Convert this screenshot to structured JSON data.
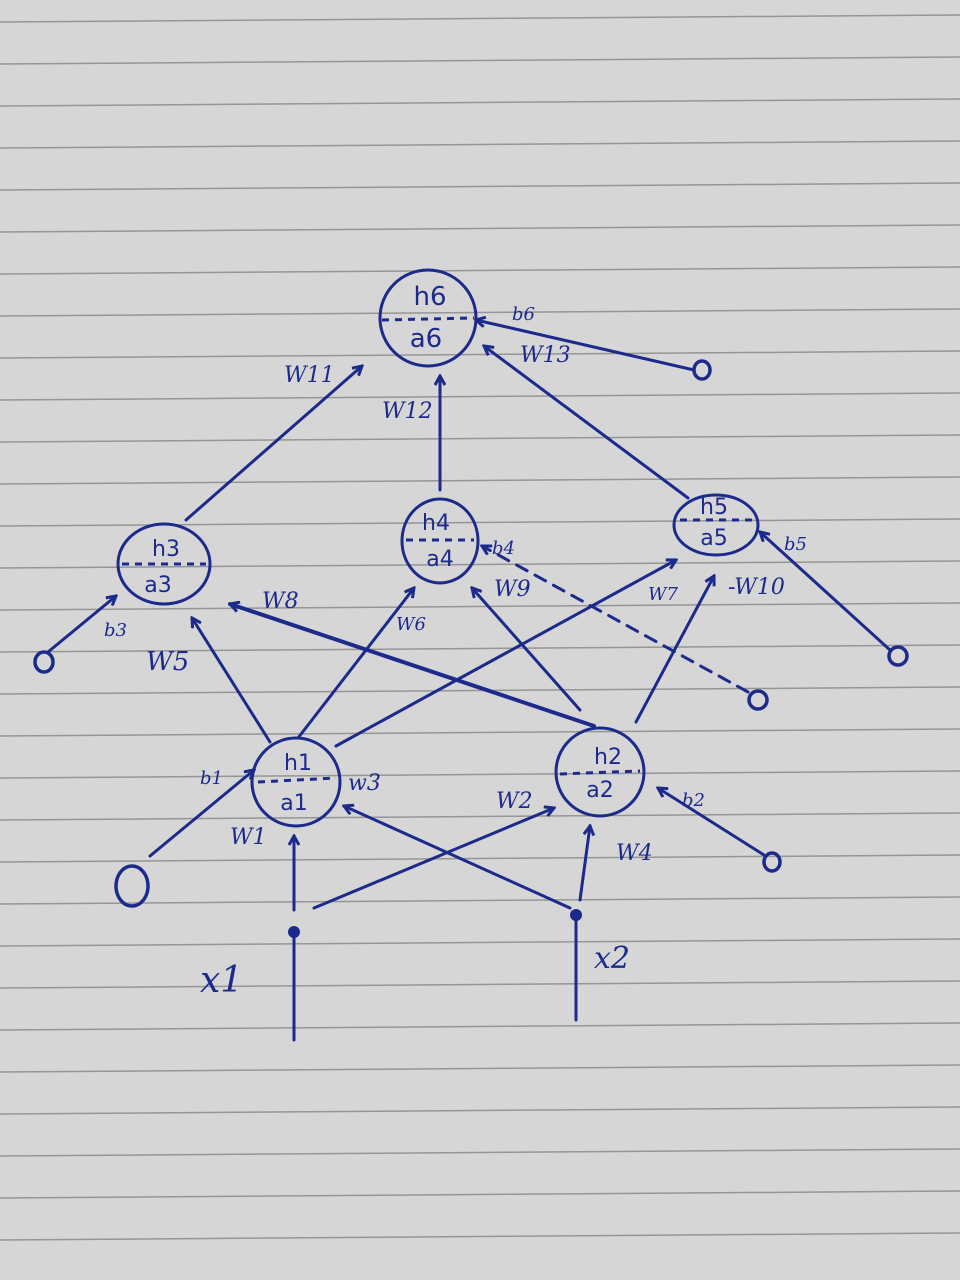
{
  "colors": {
    "paper": "#d9d9d9",
    "rule": "#8a8a8a",
    "ink": "#1c2a8c"
  },
  "nodes": [
    {
      "id": "h1",
      "top": "h1",
      "bottom": "a1"
    },
    {
      "id": "h2",
      "top": "h2",
      "bottom": "a2"
    },
    {
      "id": "h3",
      "top": "h3",
      "bottom": "a3"
    },
    {
      "id": "h4",
      "top": "h4",
      "bottom": "a4"
    },
    {
      "id": "h5",
      "top": "h5",
      "bottom": "a5"
    },
    {
      "id": "h6",
      "top": "h6",
      "bottom": "a6"
    }
  ],
  "inputs": {
    "x1": "x1",
    "x2": "x2"
  },
  "weights": {
    "w1": "W1",
    "w2": "W2",
    "w3": "w3",
    "w4": "W4",
    "w5": "W5",
    "w6": "W6",
    "w7": "W7",
    "w8": "W8",
    "w9": "W9",
    "w10": "-W10",
    "w11": "W11",
    "w12": "W12",
    "w13": "W13"
  },
  "biases": {
    "b1": "b1",
    "b2": "b2",
    "b3": "b3",
    "b4": "b4",
    "b5": "b5",
    "b6": "b6"
  }
}
